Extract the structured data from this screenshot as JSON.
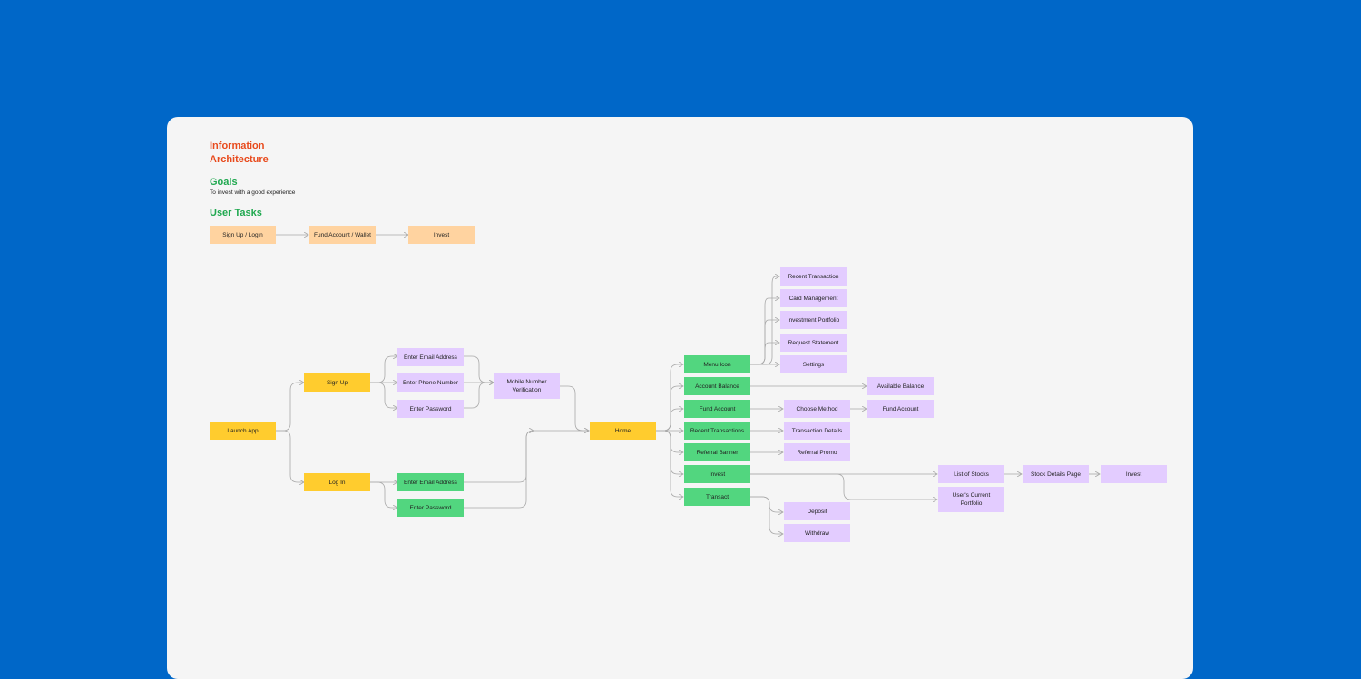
{
  "header": {
    "title": "Information Architecture",
    "goals_heading": "Goals",
    "goal_text": "To invest with a good experience",
    "user_tasks_heading": "User Tasks"
  },
  "colors": {
    "background": "#0067C8",
    "board": "#F5F5F5",
    "task": "#FFD3A0",
    "primary_step": "#FFCC2E",
    "screen": "#52D67F",
    "detail": "#E3CCFF",
    "title_red": "#E84A1C",
    "title_green": "#1FA84F",
    "connector": "#A9A9A9"
  },
  "user_tasks": [
    "Sign Up / Login",
    "Fund Account / Wallet",
    "Invest"
  ],
  "nodes": {
    "launch_app": "Launch App",
    "sign_up": "Sign Up",
    "log_in": "Log In",
    "signup_email": "Enter Email Address",
    "signup_phone": "Enter Phone Number",
    "signup_password": "Enter Password",
    "mobile_verification": "Mobile Number Verification",
    "login_email": "Enter Email Address",
    "login_password": "Enter Password",
    "home": "Home",
    "menu_icon": "Menu Icon",
    "account_balance": "Account Balance",
    "fund_account": "Fund Account",
    "recent_transactions": "Recent Transactions",
    "referral_banner": "Referral Banner",
    "invest": "Invest",
    "transact": "Transact",
    "recent_transaction": "Recent Transaction",
    "card_management": "Card Management",
    "investment_portfolio": "Investment Portfolio",
    "request_statement": "Request Statement",
    "settings": "Settings",
    "available_balance": "Available Balance",
    "choose_method": "Choose Method",
    "fund_account_final": "Fund Account",
    "transaction_details": "Transaction Details",
    "referral_promo": "Referral Promo",
    "list_of_stocks": "List of Stocks",
    "stock_details_page": "Stock Details Page",
    "invest_final": "Invest",
    "users_current_portfolio": "User's Current Portfolio",
    "deposit": "Deposit",
    "withdraw": "Withdraw"
  }
}
